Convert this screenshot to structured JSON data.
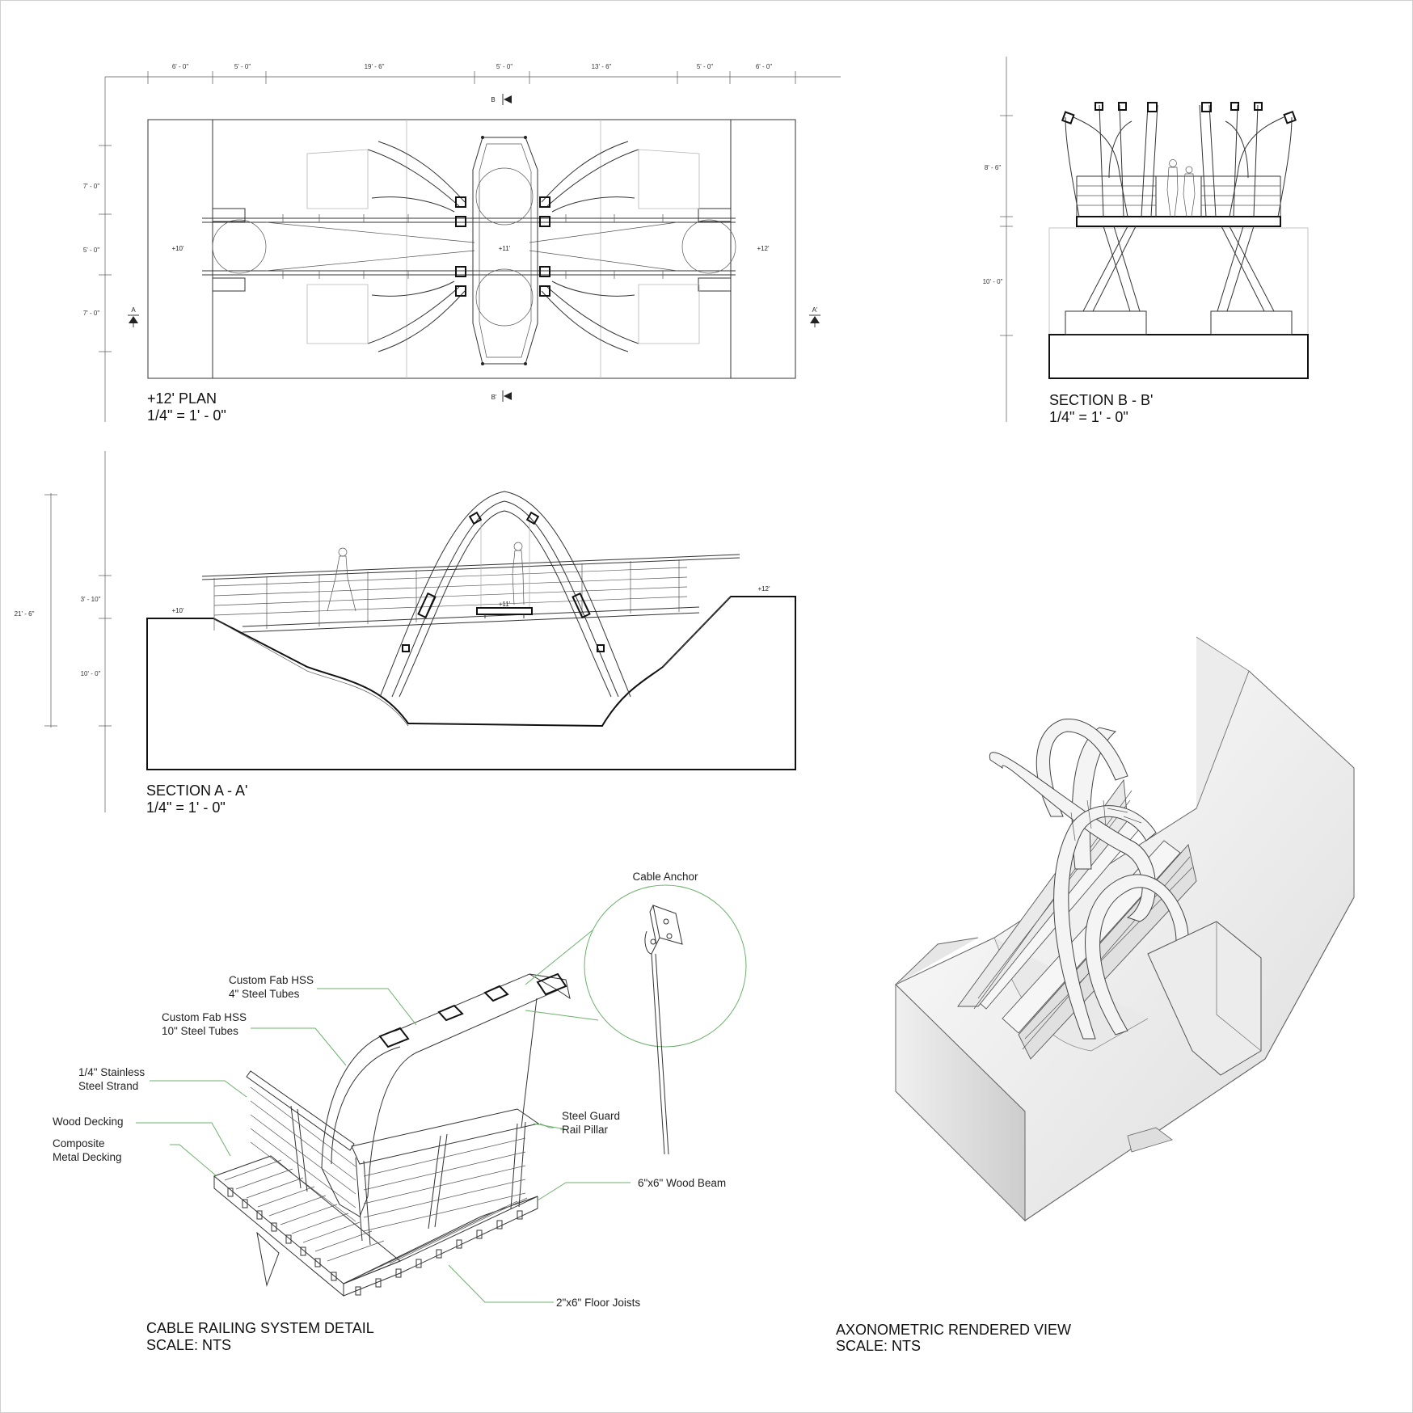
{
  "plan": {
    "title": "+12' PLAN",
    "scale": "1/4\" = 1' - 0\"",
    "dims_top": [
      "6' - 0\"",
      "5' - 0\"",
      "19' - 6\"",
      "5' - 0\"",
      "13' - 6\"",
      "5' - 0\"",
      "6' - 0\""
    ],
    "dims_left": [
      "7' - 0\"",
      "5' - 0\"",
      "7' - 0\""
    ],
    "elev_left": "+10'",
    "elev_center": "+11'",
    "elev_right": "+12'",
    "marker_a": "A",
    "marker_a_prime": "A'",
    "marker_b": "B",
    "marker_b_prime": "B'"
  },
  "section_b": {
    "title": "SECTION B - B'",
    "scale": "1/4\" = 1' - 0\"",
    "dims": [
      "8' - 6\"",
      "10' - 0\""
    ]
  },
  "section_a": {
    "title": "SECTION A - A'",
    "scale": "1/4\" = 1' - 0\"",
    "dims": [
      "3' - 10\"",
      "10' - 0\""
    ],
    "dim_total": "21' - 6\"",
    "elev_left": "+10'",
    "elev_center": "+11'",
    "elev_right": "+12'"
  },
  "detail": {
    "title": "CABLE RAILING SYSTEM DETAIL",
    "scale": "SCALE: NTS",
    "callouts": {
      "cable_anchor": "Cable Anchor",
      "hss4_l1": "Custom Fab HSS",
      "hss4_l2": "4\" Steel Tubes",
      "hss10_l1": "Custom Fab HSS",
      "hss10_l2": "10\" Steel Tubes",
      "strand_l1": "1/4\" Stainless",
      "strand_l2": "Steel Strand",
      "wood_decking": "Wood Decking",
      "composite_l1": "Composite",
      "composite_l2": "Metal Decking",
      "guard_l1": "Steel Guard",
      "guard_l2": "Rail Pillar",
      "wood_beam": "6\"x6\" Wood Beam",
      "floor_joists": "2\"x6\" Floor Joists"
    },
    "callout_color": "#6db16d"
  },
  "axo": {
    "title": "AXONOMETRIC RENDERED VIEW",
    "scale": "SCALE: NTS"
  }
}
